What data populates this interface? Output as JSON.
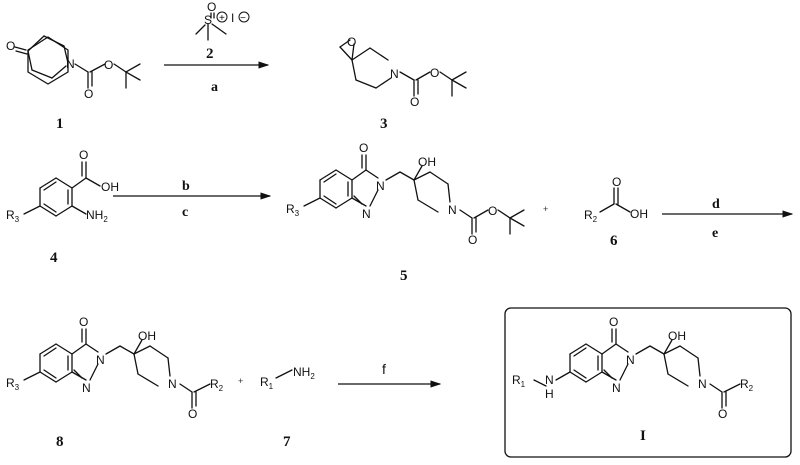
{
  "atoms": {
    "O": "O",
    "N": "N",
    "OH": "OH",
    "NH2": "NH",
    "H": "H",
    "S": "S",
    "I": "I",
    "R": "R",
    "sub1": "1",
    "sub2": "2",
    "sub3": "3",
    "charge_plus": "+",
    "charge_minus": "−"
  },
  "compounds": {
    "c1": "1",
    "c2": "2",
    "c3": "3",
    "c4": "4",
    "c5": "5",
    "c6": "6",
    "c7": "7",
    "c8": "8",
    "cI": "I"
  },
  "steps": {
    "a": "a",
    "b": "b",
    "c": "c",
    "d": "d",
    "e": "e",
    "f": "f"
  },
  "plus": "+"
}
